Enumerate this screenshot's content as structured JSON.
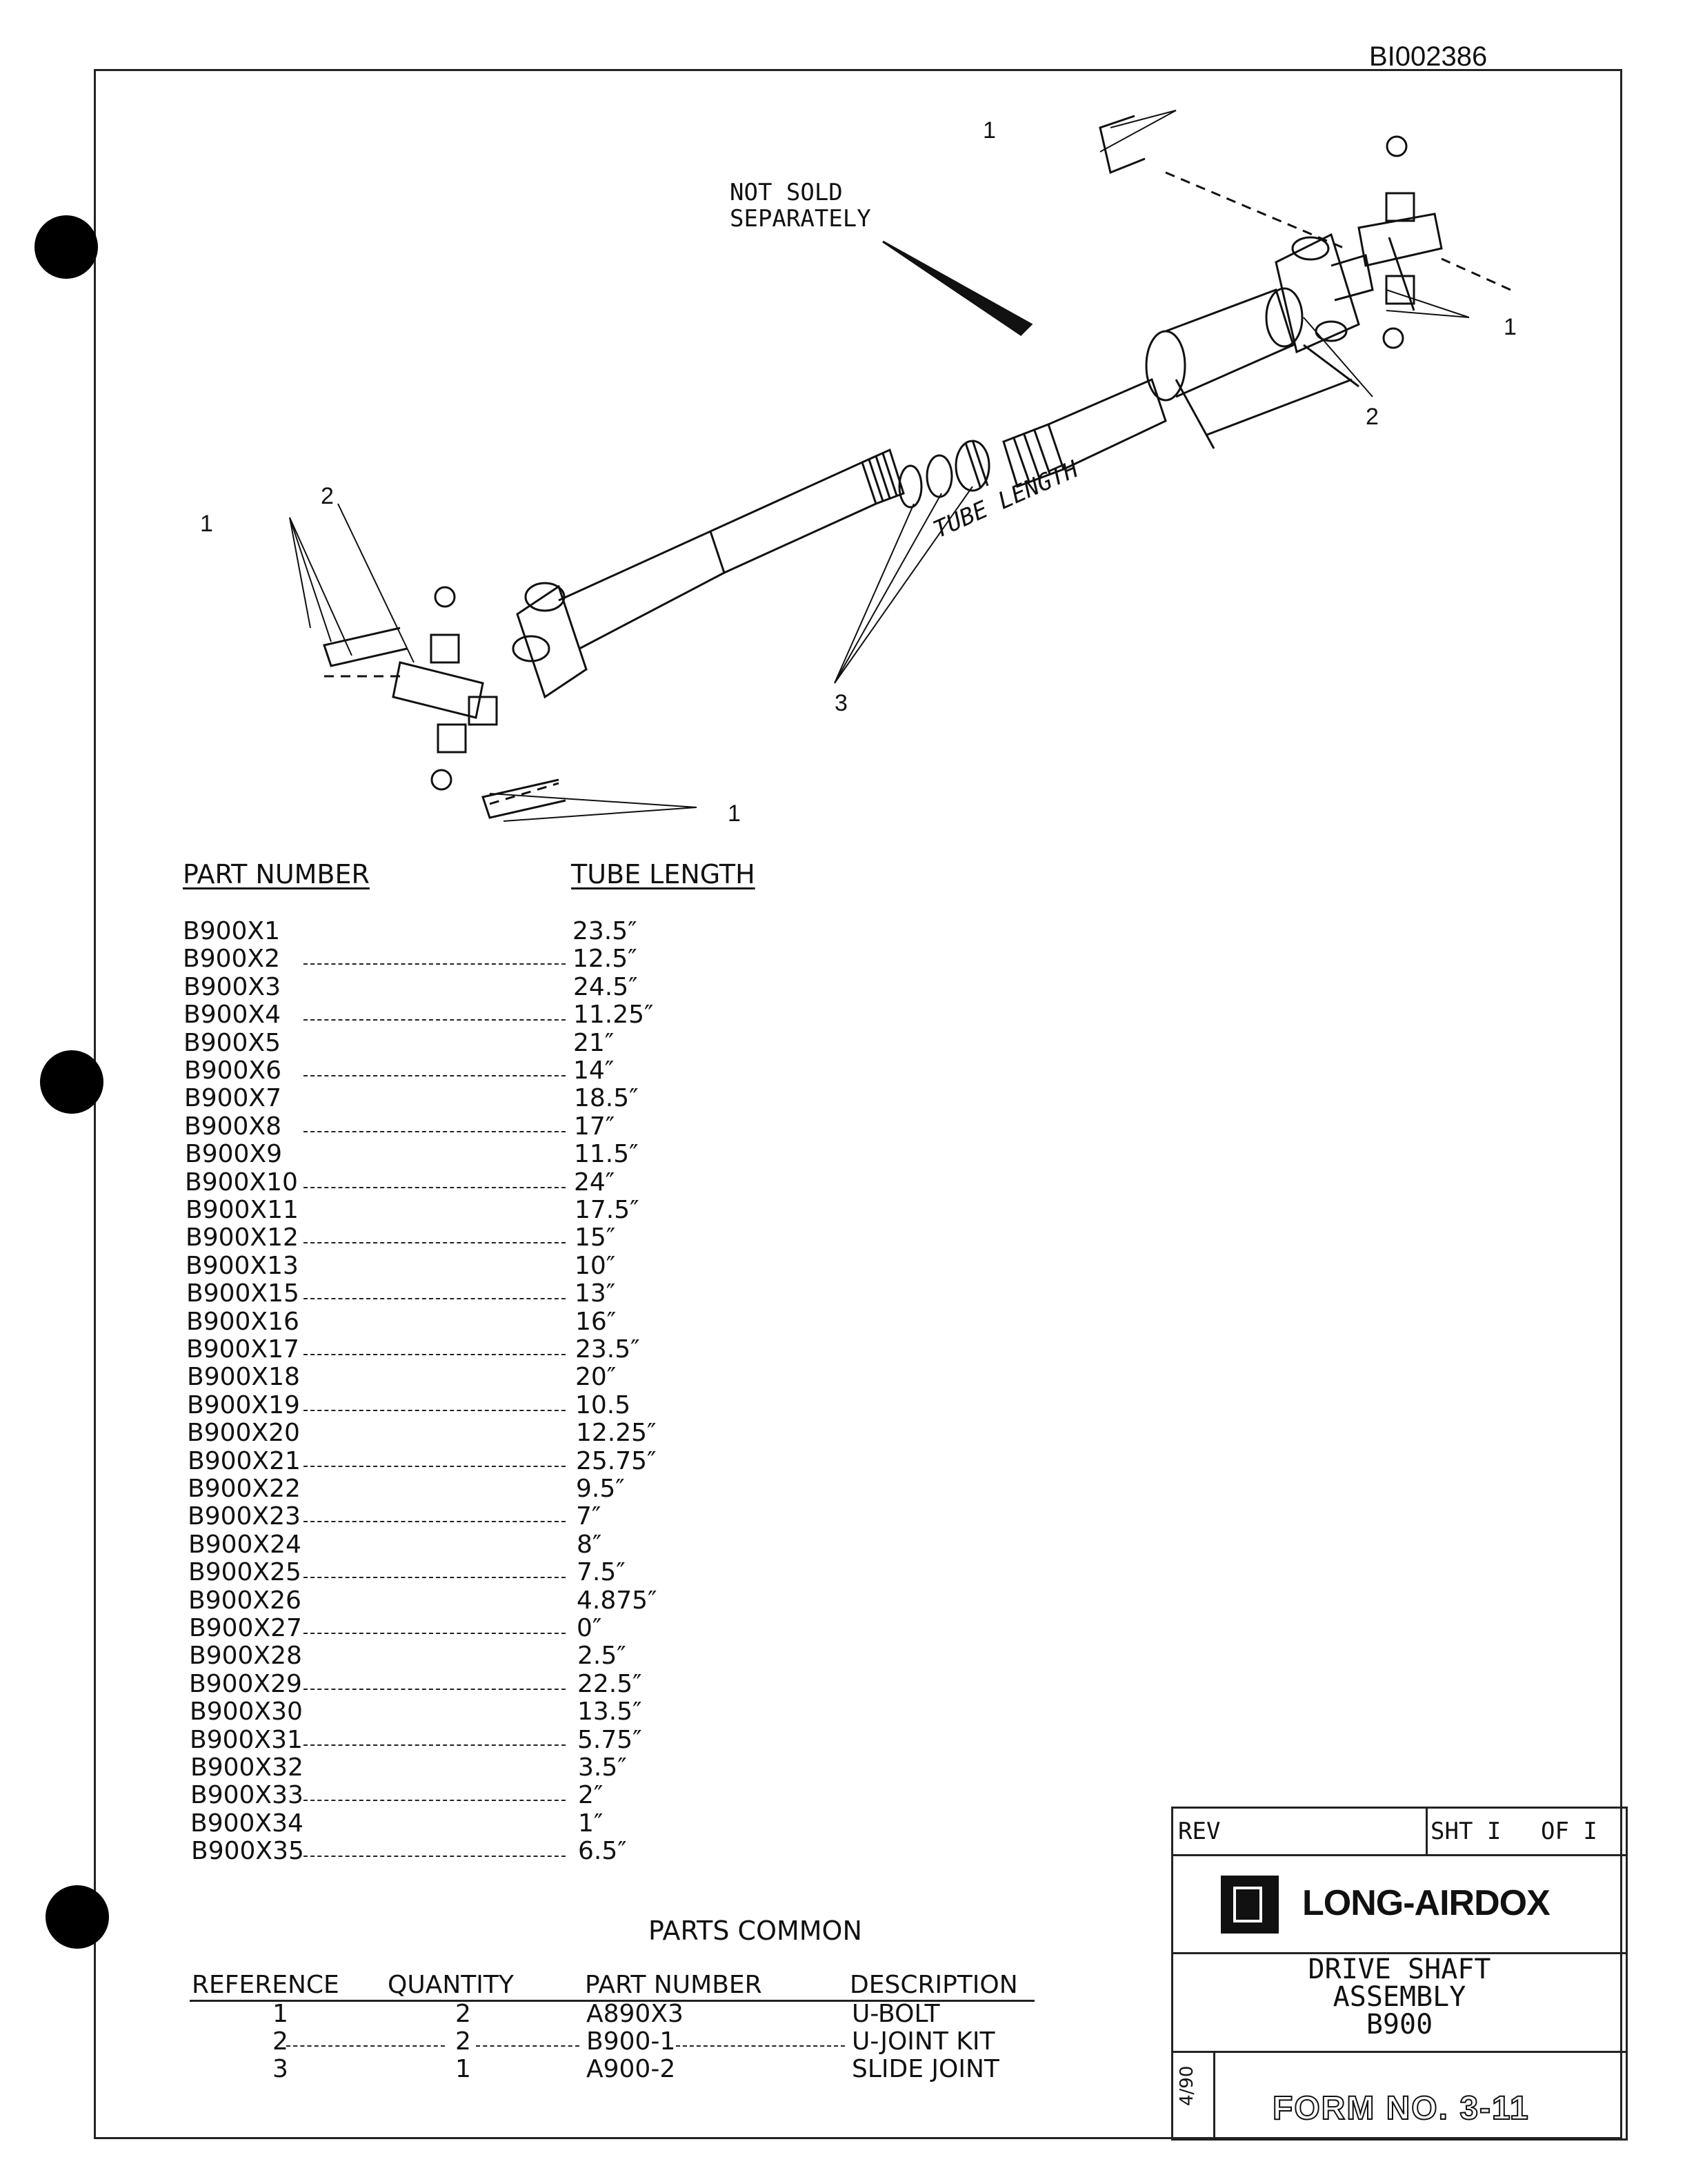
{
  "doc_id": "BI002386",
  "drawing": {
    "callout_not_sold": [
      "NOT SOLD",
      "SEPARATELY"
    ],
    "callout_tube_length": "TUBE LENGTH",
    "ref_1": "1",
    "ref_2": "2",
    "ref_3": "3"
  },
  "parts_table": {
    "col_part_number": "PART NUMBER",
    "col_tube_length": "TUBE LENGTH",
    "rows": [
      {
        "part": "B900X1",
        "length": "23.5″"
      },
      {
        "part": "B900X2",
        "length": "12.5″"
      },
      {
        "part": "B900X3",
        "length": "24.5″"
      },
      {
        "part": "B900X4",
        "length": "11.25″"
      },
      {
        "part": "B900X5",
        "length": "21″"
      },
      {
        "part": "B900X6",
        "length": "14″"
      },
      {
        "part": "B900X7",
        "length": "18.5″"
      },
      {
        "part": "B900X8",
        "length": "17″"
      },
      {
        "part": "B900X9",
        "length": "11.5″"
      },
      {
        "part": "B900X10",
        "length": "24″"
      },
      {
        "part": "B900X11",
        "length": "17.5″"
      },
      {
        "part": "B900X12",
        "length": "15″"
      },
      {
        "part": "B900X13",
        "length": "10″"
      },
      {
        "part": "B900X15",
        "length": "13″"
      },
      {
        "part": "B900X16",
        "length": "16″"
      },
      {
        "part": "B900X17",
        "length": "23.5″"
      },
      {
        "part": "B900X18",
        "length": "20″"
      },
      {
        "part": "B900X19",
        "length": "10.5"
      },
      {
        "part": "B900X20",
        "length": "12.25″"
      },
      {
        "part": "B900X21",
        "length": "25.75″"
      },
      {
        "part": "B900X22",
        "length": "9.5″"
      },
      {
        "part": "B900X23",
        "length": "7″"
      },
      {
        "part": "B900X24",
        "length": "8″"
      },
      {
        "part": "B900X25",
        "length": "7.5″"
      },
      {
        "part": "B900X26",
        "length": "4.875″"
      },
      {
        "part": "B900X27",
        "length": "0″"
      },
      {
        "part": "B900X28",
        "length": "2.5″"
      },
      {
        "part": "B900X29",
        "length": "22.5″"
      },
      {
        "part": "B900X30",
        "length": "13.5″"
      },
      {
        "part": "B900X31",
        "length": "5.75″"
      },
      {
        "part": "B900X32",
        "length": "3.5″"
      },
      {
        "part": "B900X33",
        "length": "2″"
      },
      {
        "part": "B900X34",
        "length": "1″"
      },
      {
        "part": "B900X35",
        "length": "6.5″"
      }
    ]
  },
  "parts_common": {
    "title": "PARTS COMMON",
    "headers": [
      "REFERENCE",
      "QUANTITY",
      "PART NUMBER",
      "DESCRIPTION"
    ],
    "rows": [
      [
        "1",
        "2",
        "A890X3",
        "U-BOLT"
      ],
      [
        "2",
        "2",
        "B900-1",
        "U-JOINT KIT"
      ],
      [
        "3",
        "1",
        "A900-2",
        "SLIDE JOINT"
      ]
    ]
  },
  "title_block": {
    "rev_label": "REV",
    "sheet": "SHT I",
    "of": "OF I",
    "company": "LONG-AIRDOX",
    "title_lines": [
      "DRIVE SHAFT",
      "ASSEMBLY",
      "B900"
    ],
    "date": "4/90",
    "form_no": "FORM NO. 3-11"
  }
}
